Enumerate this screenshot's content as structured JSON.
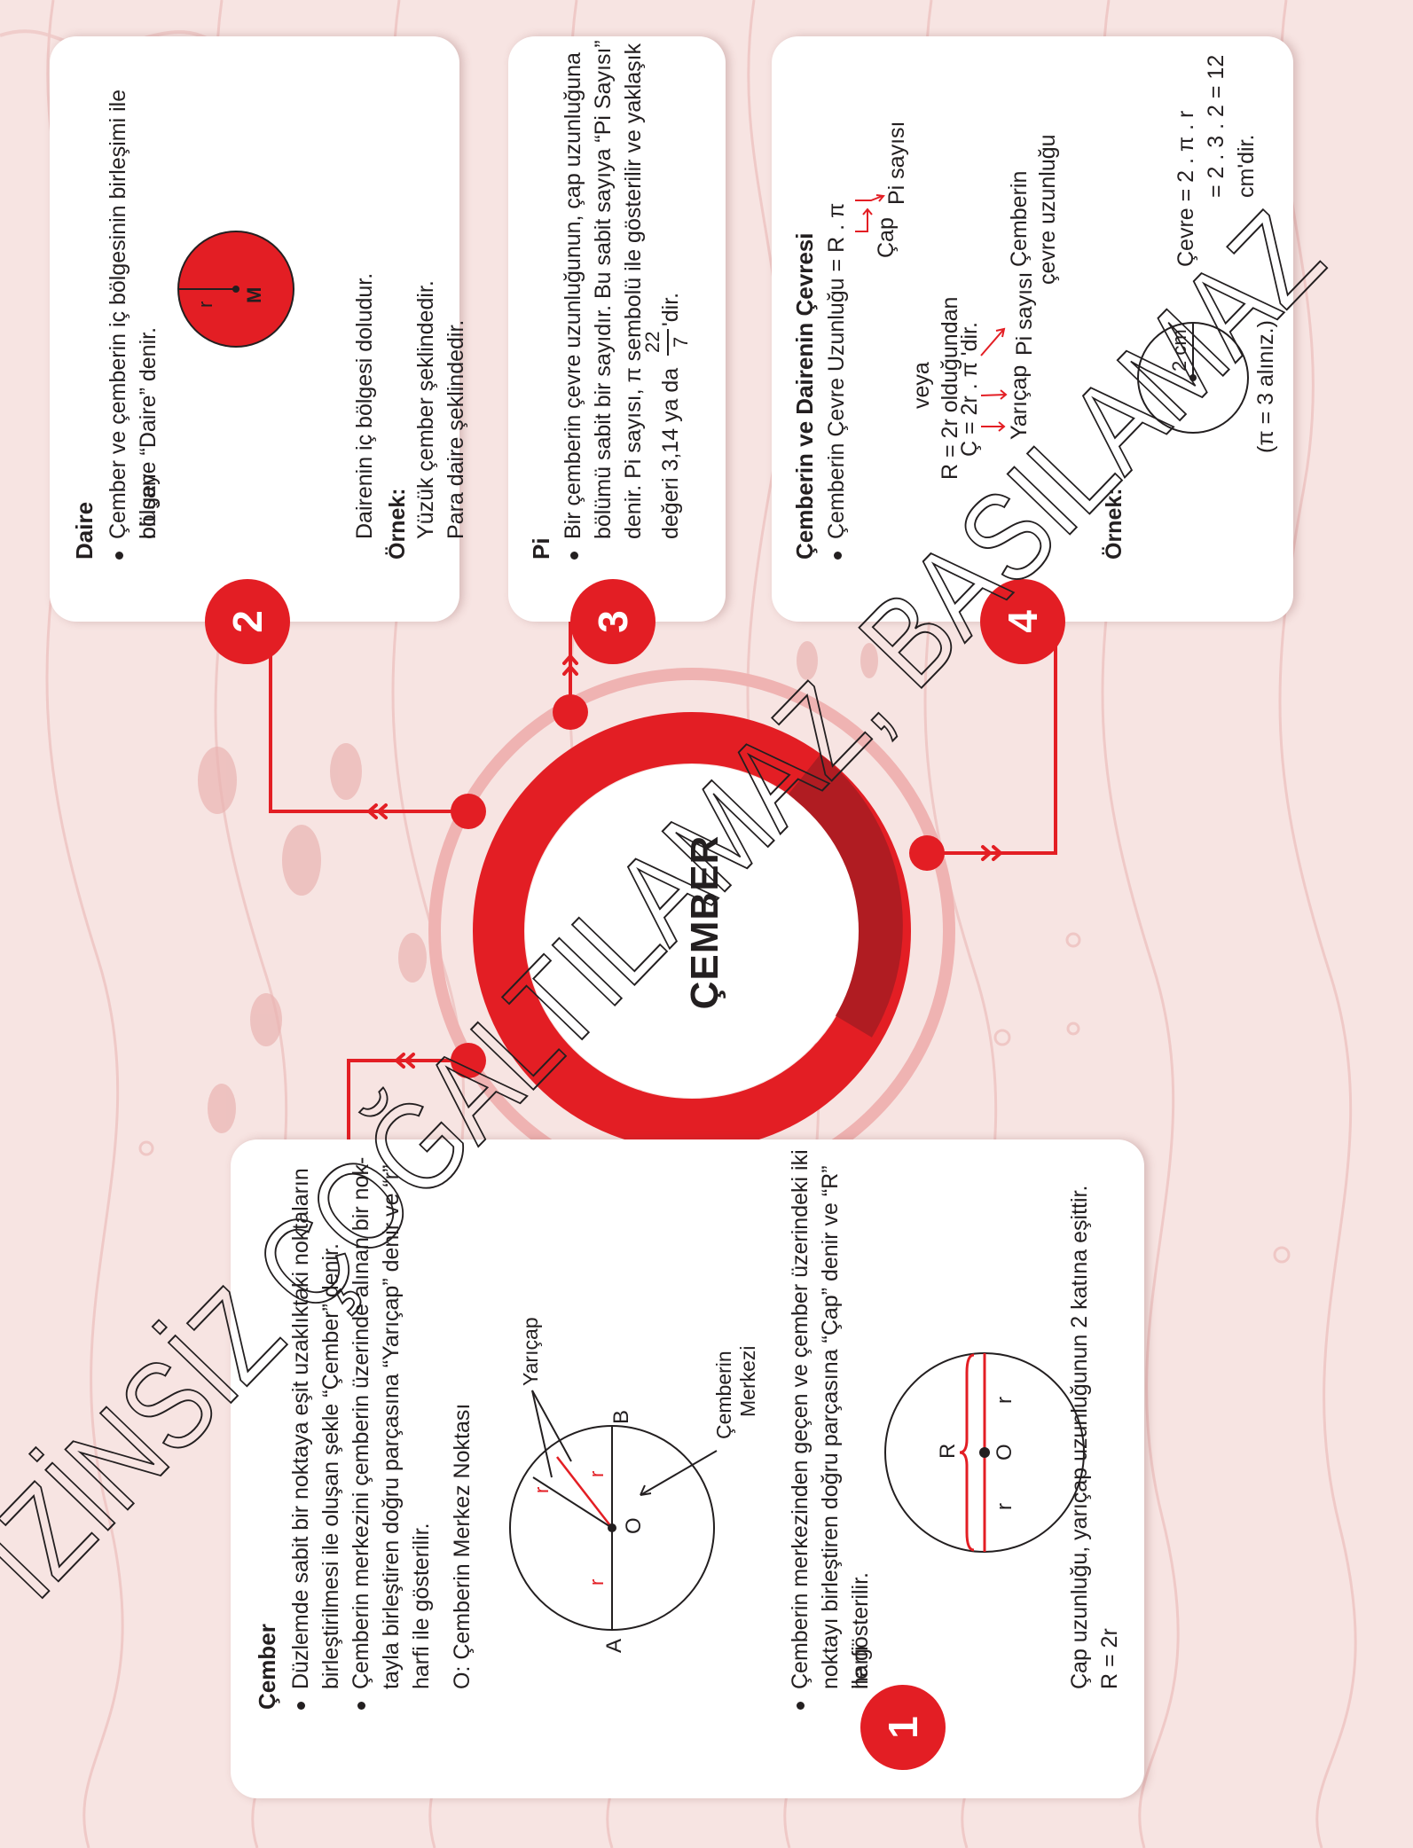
{
  "center_title": "ÇEMBER",
  "watermark": "İZİNSİZ ÇOĞALTILAMAZ, BASILAMAZ",
  "colors": {
    "accent": "#e31e24",
    "dark_red": "#b01c22",
    "background": "#f7e4e2"
  },
  "cards": {
    "c1": {
      "number": "1",
      "title": "Çember",
      "b1_l1": "Düzlemde sabit bir noktaya eşit uzaklıktaki noktaların",
      "b1_l2": "birleştirilmesi ile oluşan şekle “Çember” denir.",
      "b2_l1": "Çemberin merkezini çemberin üzerinde alınan bir nok-",
      "b2_l2": "tayla birleştiren doğru parçasına “Yarıçap” denir ve “r”",
      "b2_l3": "harfi ile gösterilir.",
      "o_note": "O: Çemberin Merkez Noktası",
      "fig1": {
        "a": "A",
        "b": "B",
        "o": "O",
        "r": "r",
        "yaricap": "Yarıçap",
        "merkez1": "Çemberin",
        "merkez2": "Merkezi"
      },
      "b3_l1": "Çemberin merkezinden geçen ve çember üzerindeki iki",
      "b3_l2": "noktayı birleştiren doğru parçasına “Çap” denir ve “R” harfi",
      "b3_l3": "ile gösterilir.",
      "fig2": {
        "R": "R",
        "o": "O",
        "r": "r"
      },
      "cap_l1": "Çap uzunluğu, yarıçap uzunluğunun 2 katına eşittir.",
      "cap_l2": "R = 2r"
    },
    "c2": {
      "number": "2",
      "title": "Daire",
      "b_l1": "Çember ve çemberin iç bölgesinin birleşimi ile oluşan",
      "b_l2": "bölgeye “Daire” denir.",
      "fig": {
        "r": "r",
        "m": "M"
      },
      "note": "Dairenin iç bölgesi doludur.",
      "ex_label": "Örnek:",
      "ex1": "Yüzük çember şeklindedir.",
      "ex2": "Para daire şeklindedir."
    },
    "c3": {
      "number": "3",
      "title": "Pi",
      "l1": "Bir çemberin çevre uzunluğunun, çap uzunluğuna",
      "l2": "bölümü sabit bir sayıdır. Bu sabit sayıya “Pi Sayısı”",
      "l3": "denir. Pi sayısı, π sembolü ile gösterilir ve yaklaşık",
      "l4_pre": "değeri 3,14 ya da",
      "frac_num": "22",
      "frac_den": "7",
      "l4_post": "'dir."
    },
    "c4": {
      "number": "4",
      "title": "Çemberin ve Dairenin Çevresi",
      "formula1": "Çemberin Çevre Uzunluğu = R . π",
      "cap": "Çap",
      "pi1": "Pi sayısı",
      "veya": "veya",
      "rline": "R = 2r olduğundan",
      "formula2": "Ç = 2r . π 'dir.",
      "yaricap": "Yarıçap",
      "pi2": "Pi sayısı",
      "cevre1": "Çemberin",
      "cevre2": "çevre uzunluğu",
      "ex_label": "Örnek:",
      "cm": "2 cm",
      "pi_note": "(π = 3 alınız.)",
      "calc1": "Çevre = 2 . π . r",
      "calc2": "= 2 . 3 . 2 = 12 cm'dir."
    }
  }
}
